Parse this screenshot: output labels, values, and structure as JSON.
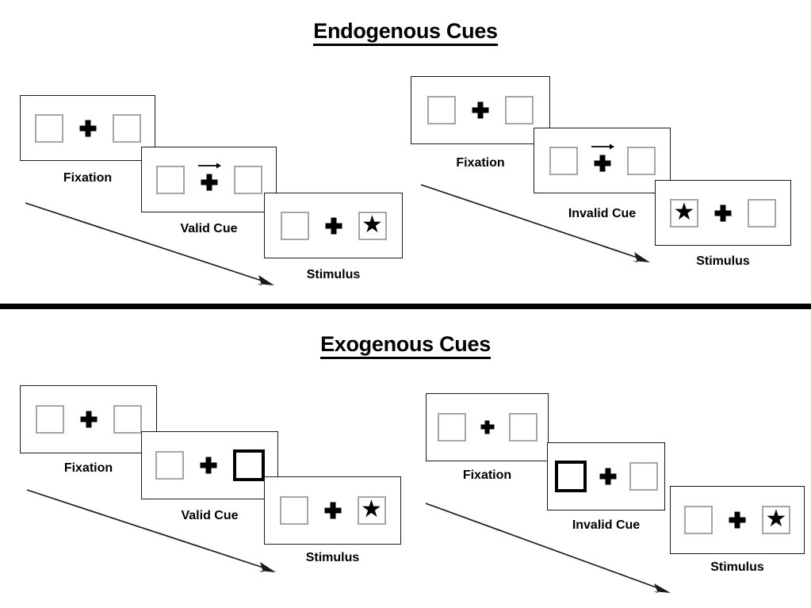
{
  "sections": [
    {
      "id": "endogenous",
      "title": "Endogenous Cues",
      "cue_type": "symbolic-arrow",
      "sequences": [
        {
          "id": "valid",
          "cue_label_text": "Valid Cue",
          "frames": [
            {
              "label": "Fixation",
              "left_box": "empty",
              "right_box": "empty",
              "arrow": false
            },
            {
              "label": "Valid Cue",
              "left_box": "empty",
              "right_box": "empty",
              "arrow": true,
              "arrow_direction": "right"
            },
            {
              "label": "Stimulus",
              "left_box": "empty",
              "right_box": "star",
              "arrow": false
            }
          ]
        },
        {
          "id": "invalid",
          "cue_label_text": "Invalid Cue",
          "frames": [
            {
              "label": "Fixation",
              "left_box": "empty",
              "right_box": "empty",
              "arrow": false
            },
            {
              "label": "Invalid Cue",
              "left_box": "empty",
              "right_box": "empty",
              "arrow": true,
              "arrow_direction": "right"
            },
            {
              "label": "Stimulus",
              "left_box": "star",
              "right_box": "empty",
              "arrow": false
            }
          ]
        }
      ]
    },
    {
      "id": "exogenous",
      "title": "Exogenous Cues",
      "cue_type": "peripheral-flash",
      "sequences": [
        {
          "id": "valid",
          "cue_label_text": "Valid Cue",
          "frames": [
            {
              "label": "Fixation",
              "left_box": "empty",
              "right_box": "empty",
              "arrow": false
            },
            {
              "label": "Valid Cue",
              "left_box": "empty",
              "right_box": "cued",
              "arrow": false
            },
            {
              "label": "Stimulus",
              "left_box": "empty",
              "right_box": "star",
              "arrow": false
            }
          ]
        },
        {
          "id": "invalid",
          "cue_label_text": "Invalid Cue",
          "frames": [
            {
              "label": "Fixation",
              "left_box": "empty",
              "right_box": "empty",
              "arrow": false
            },
            {
              "label": "Invalid Cue",
              "left_box": "cued",
              "right_box": "empty",
              "arrow": false
            },
            {
              "label": "Stimulus",
              "left_box": "empty",
              "right_box": "star",
              "arrow": false
            }
          ]
        }
      ]
    }
  ],
  "glyphs": {
    "star": "★",
    "fixation_cross": "plus-icon",
    "cue_arrow": "arrow-right-icon",
    "time_arrow": "diagonal-time-arrow-icon"
  },
  "colors": {
    "ink": "#000000",
    "panel_border": "#1a1a1a",
    "box_border": "#a6a6a6",
    "cued_box_border": "#000000",
    "background": "#ffffff",
    "divider": "#000000"
  },
  "labels": {
    "fixation": "Fixation",
    "valid_cue": "Valid Cue",
    "invalid_cue": "Invalid Cue",
    "stimulus": "Stimulus"
  }
}
